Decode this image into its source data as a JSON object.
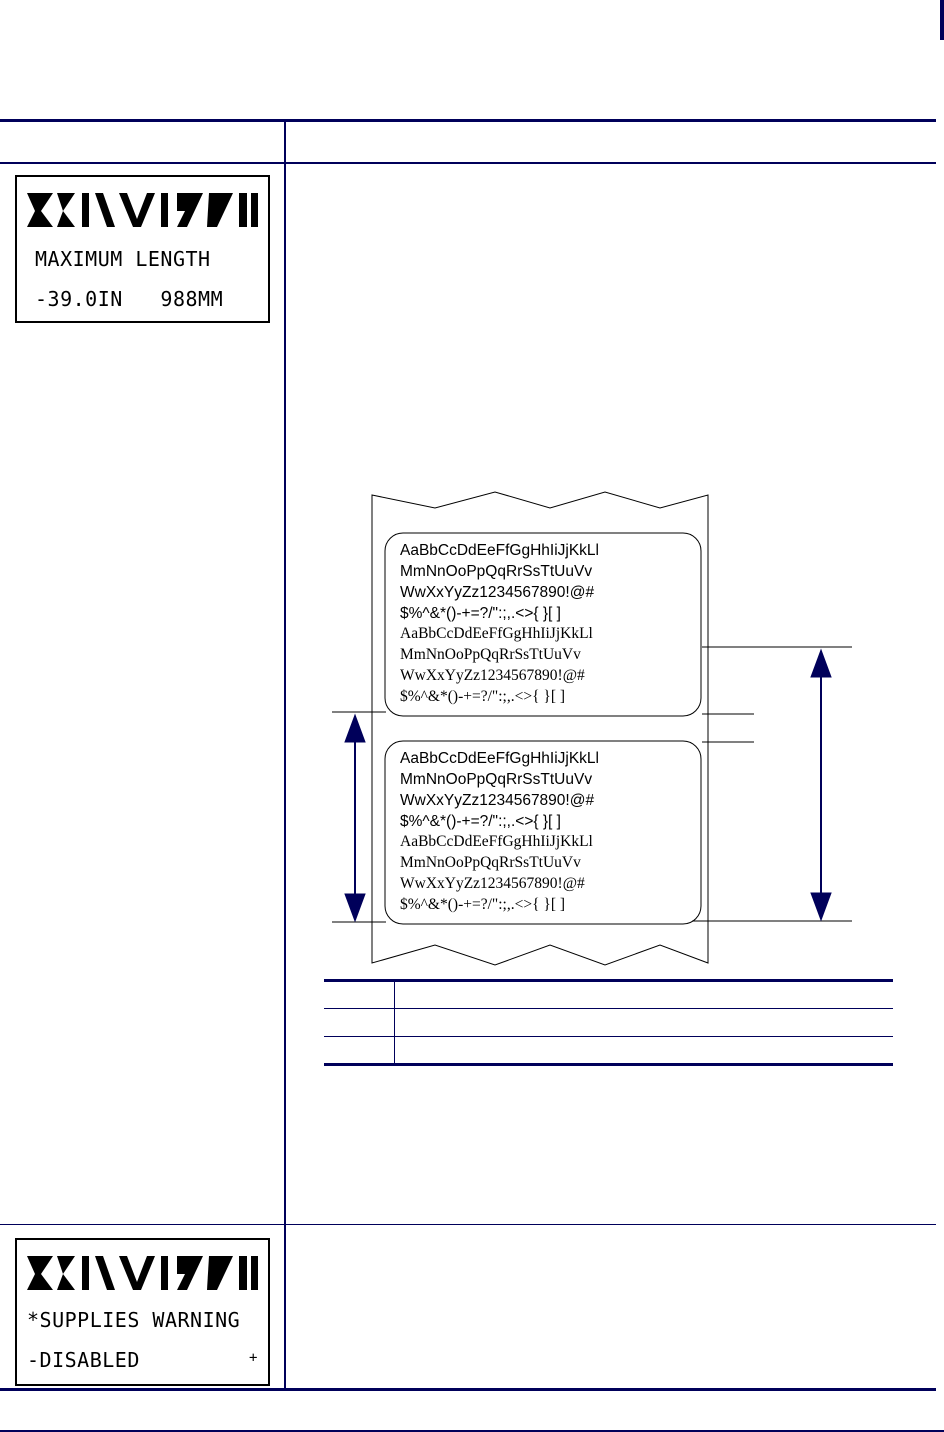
{
  "displays": [
    {
      "logo_icon": "zebra-stripes-logo",
      "line1": "MAXIMUM LENGTH",
      "line2": "-39.0IN   988MM"
    },
    {
      "logo_icon": "zebra-stripes-logo",
      "line1": "*SUPPLIES WARNING",
      "line2": "-DISABLED",
      "line2_suffix": "+"
    }
  ],
  "sample_label": {
    "lines": [
      "AaBbCcDdEeFfGgHhIiJjKkLl",
      "MmNnOoPpQqRrSsTtUuVv",
      "WwXxYyZz1234567890!@#",
      "$%^&*()-+=?/\":;,.<>{ }[ ]"
    ]
  },
  "colors": {
    "rule": "#00005a",
    "arrow": "#00005a"
  }
}
